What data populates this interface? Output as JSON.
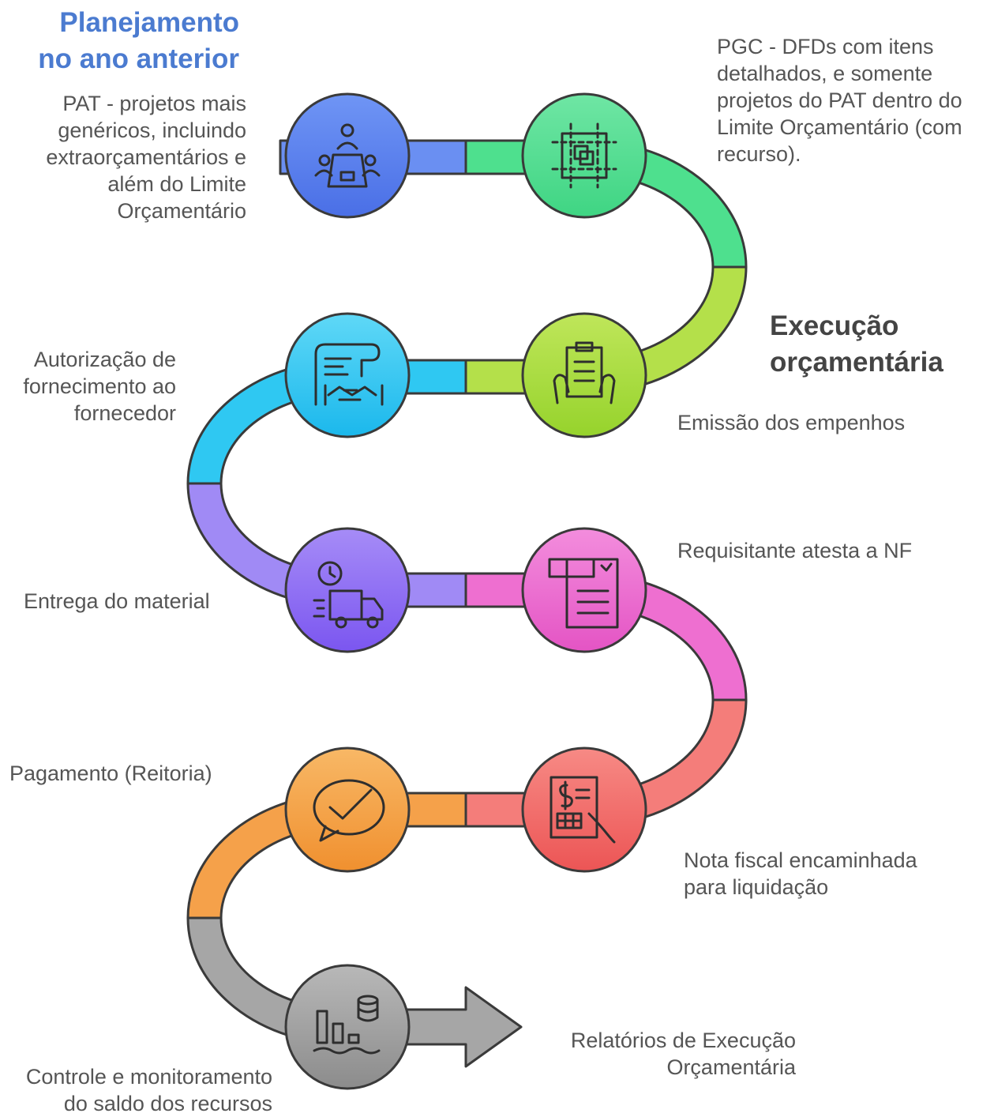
{
  "phases": {
    "planning": {
      "title": "Planejamento\nno ano anterior",
      "color": "#4b7bd0"
    },
    "execution": {
      "title": "Execução\norçamentária",
      "color": "#444444"
    }
  },
  "steps": [
    {
      "label": "PAT - projetos mais\ngenéricos, incluindo\nextraorçamentários e\nalém do Limite\nOrçamentário",
      "icon": "meeting-table-icon",
      "color": "#5b7ff0"
    },
    {
      "label": "PGC - DFDs com itens\ndetalhados, e somente\nprojetos do PAT dentro do\nLimite Orçamentário (com\nrecurso).",
      "icon": "frame-copy-icon",
      "color": "#4ee08e"
    },
    {
      "label": "Emissão dos empenhos",
      "icon": "clipboard-hands-icon",
      "color": "#a7dc3c"
    },
    {
      "label": "Autorização de\nfornecimento ao\nfornecedor",
      "icon": "contract-handshake-icon",
      "color": "#2fc8f2"
    },
    {
      "label": "Entrega do material",
      "icon": "delivery-truck-icon",
      "color": "#8f6ef5"
    },
    {
      "label": "Requisitante atesta a NF",
      "icon": "invoice-check-icon",
      "color": "#ee6fd0"
    },
    {
      "label": "Nota fiscal encaminhada\npara liquidação",
      "icon": "payment-bill-icon",
      "color": "#f36a6a"
    },
    {
      "label": "Pagamento (Reitoria)",
      "icon": "chat-check-icon",
      "color": "#f5a14a"
    },
    {
      "label": "Controle e monitoramento\ndo saldo dos recursos",
      "icon": "bar-chart-database-icon",
      "color": "#9e9e9e"
    }
  ],
  "output": {
    "label": "Relatórios de Execução\nOrçamentária",
    "icon": "arrow-right-icon",
    "color": "#9e9e9e"
  }
}
